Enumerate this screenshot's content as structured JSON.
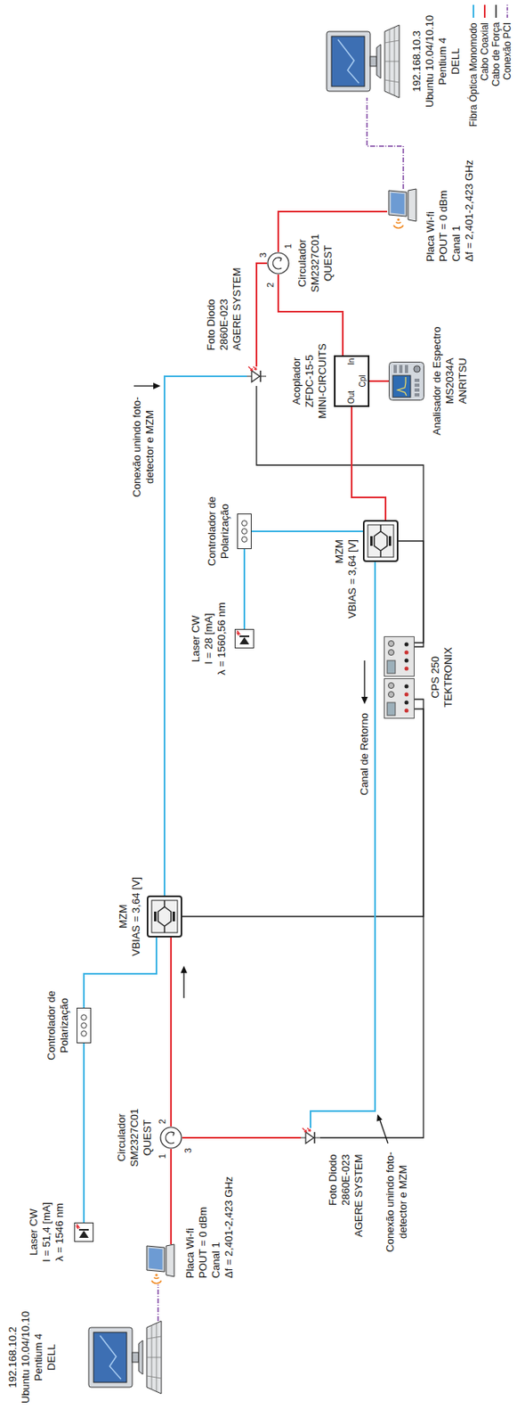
{
  "diagram": {
    "nodes": [
      {
        "text": [
          "192.168.10.2",
          "Ubuntu 10.04/10.10",
          "Pentium 4",
          "DELL"
        ]
      },
      {
        "text": [
          "Laser CW",
          "I = 51,4 [mA]",
          "λ = 1546 nm"
        ]
      },
      {
        "text": [
          "Placa Wi-fi",
          "POUT = 0 dBm",
          "Canal 1",
          "Δf = 2,401-2,423 GHz"
        ]
      },
      {
        "text": [
          "Controlador de Polarização"
        ]
      },
      {
        "text": [
          "Circulador",
          "SM2327C01",
          "QUEST"
        ]
      },
      {
        "text": [
          "Foto Diodo",
          "2860E-023",
          "AGERE SYSTEM"
        ]
      },
      {
        "text": [
          "MZM",
          "VBIAS = 3,64 [V]"
        ]
      },
      {
        "text": [
          "CPS 250",
          "TEKTRONIX"
        ]
      },
      {
        "text": [
          "Laser CW",
          "I = 28 [mA]",
          "λ = 1560,56 nm"
        ]
      },
      {
        "text": [
          "Controlador de Polarização"
        ]
      },
      {
        "text": [
          "MZM",
          "VBIAS = 3,64 [V]"
        ]
      },
      {
        "text": [
          "Foto Diodo",
          "2860E-023",
          "AGERE SYSTEM"
        ]
      },
      {
        "text": [
          "Acoplador",
          "ZFDC-15-5",
          "MINI-CIRCUITS",
          "Out",
          "In",
          "Cpl"
        ]
      },
      {
        "text": [
          "Analisador de Espectro",
          "MS2034A",
          "ANRITSU"
        ]
      },
      {
        "text": [
          "Circulador",
          "SM2327C01",
          "QUEST"
        ]
      },
      {
        "text": [
          "Placa Wi-fi",
          "POUT = 0 dBm",
          "Canal 1",
          "Δf = 2,401-2,423 GHz"
        ]
      },
      {
        "text": [
          "192.168.10.3",
          "Ubuntu 10.04/10.10",
          "Pentium 4",
          "DELL"
        ]
      }
    ],
    "edges": [
      {
        "from": 0,
        "to": 2,
        "arrow": "none"
      },
      {
        "from": 1,
        "to": 3,
        "arrow": "none"
      },
      {
        "from": 3,
        "to": 6,
        "arrow": "none"
      },
      {
        "from": 2,
        "to": 4,
        "arrow": "none"
      },
      {
        "from": 4,
        "to": 6,
        "arrow": "none"
      },
      {
        "from": 4,
        "to": 5,
        "arrow": "none"
      },
      {
        "from": 6,
        "to": 11,
        "arrow": "none"
      },
      {
        "from": 7,
        "to": 5,
        "arrow": "none"
      },
      {
        "from": 7,
        "to": 6,
        "arrow": "none"
      },
      {
        "from": 7,
        "to": 10,
        "arrow": "none"
      },
      {
        "from": 7,
        "to": 11,
        "arrow": "none"
      },
      {
        "from": 8,
        "to": 9,
        "arrow": "none"
      },
      {
        "from": 9,
        "to": 10,
        "arrow": "none"
      },
      {
        "from": 10,
        "to": 5,
        "arrow": "none",
        "label": "Canal de Retorno"
      },
      {
        "from": 10,
        "to": 12,
        "arrow": "none"
      },
      {
        "from": 12,
        "to": 13,
        "arrow": "none"
      },
      {
        "from": 12,
        "to": 14,
        "arrow": "none"
      },
      {
        "from": 11,
        "to": 14,
        "arrow": "none"
      },
      {
        "from": 14,
        "to": 15,
        "arrow": "none"
      },
      {
        "from": 15,
        "to": 16,
        "arrow": "none"
      }
    ],
    "labels": [
      "1",
      "2",
      "3",
      "Conexão unindo foto-detector e MZM",
      "Conexão unindo foto-detector e MZM",
      "3",
      "2",
      "1"
    ],
    "legend": [
      {
        "text": "Fibra Óptica Monomodo"
      },
      {
        "text": "Cabo Coaxial"
      },
      {
        "text": "Cabo de Força"
      },
      {
        "text": "Conexão PCI"
      }
    ]
  }
}
